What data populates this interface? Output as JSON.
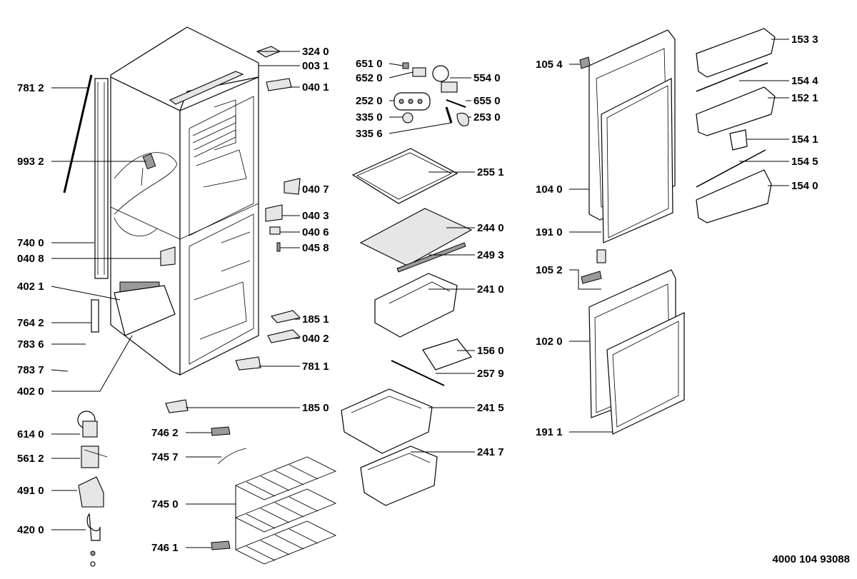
{
  "document_number": "4000 104 93088",
  "labels": {
    "p7812": "781 2",
    "p9932": "993 2",
    "p7400": "740 0",
    "p0408": "040 8",
    "p4021": "402 1",
    "p7642": "764 2",
    "p7836": "783 6",
    "p7837": "783 7",
    "p4020": "402 0",
    "p6140": "614 0",
    "p5612": "561 2",
    "p4910": "491 0",
    "p4200": "420 0",
    "p3240": "324 0",
    "p0031": "003 1",
    "p0401": "040 1",
    "p0407": "040 7",
    "p0403": "040 3",
    "p0406": "040 6",
    "p0458": "045 8",
    "p1851": "185 1",
    "p0402": "040 2",
    "p7811": "781 1",
    "p1850": "185 0",
    "p7462": "746 2",
    "p7457": "745 7",
    "p7450": "745 0",
    "p7461": "746 1",
    "p6510": "651 0",
    "p6520": "652 0",
    "p5540": "554 0",
    "p2520": "252 0",
    "p6550": "655 0",
    "p3350": "335 0",
    "p2530": "253 0",
    "p3356": "335 6",
    "p2551": "255 1",
    "p2440": "244 0",
    "p2493": "249 3",
    "p2410": "241 0",
    "p1560": "156 0",
    "p2579": "257 9",
    "p2415": "241 5",
    "p2417": "241 7",
    "p1054": "105 4",
    "p1040": "104 0",
    "p1910": "191 0",
    "p1052": "105 2",
    "p1020": "102 0",
    "p1911": "191 1",
    "p1533": "153 3",
    "p1544": "154 4",
    "p1521": "152 1",
    "p1541": "154 1",
    "p1545": "154 5",
    "p1540": "154 0"
  }
}
